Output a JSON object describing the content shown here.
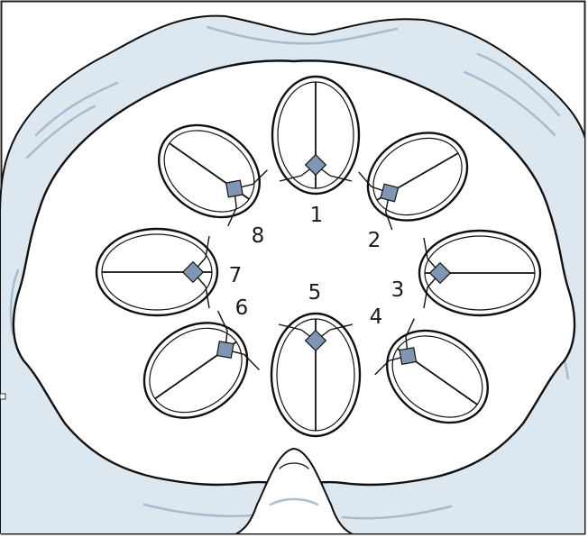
{
  "figure": {
    "colors": {
      "background": "#ffffff",
      "ink": "#101010",
      "outer_wash": "#dde7f0",
      "shading": "#9fb3c6",
      "center_diamond": "#7f97b4"
    },
    "rings": [
      {
        "label": "1"
      },
      {
        "label": "2"
      },
      {
        "label": "3"
      },
      {
        "label": "4"
      },
      {
        "label": "5"
      },
      {
        "label": "6"
      },
      {
        "label": "7"
      },
      {
        "label": "8"
      }
    ]
  }
}
